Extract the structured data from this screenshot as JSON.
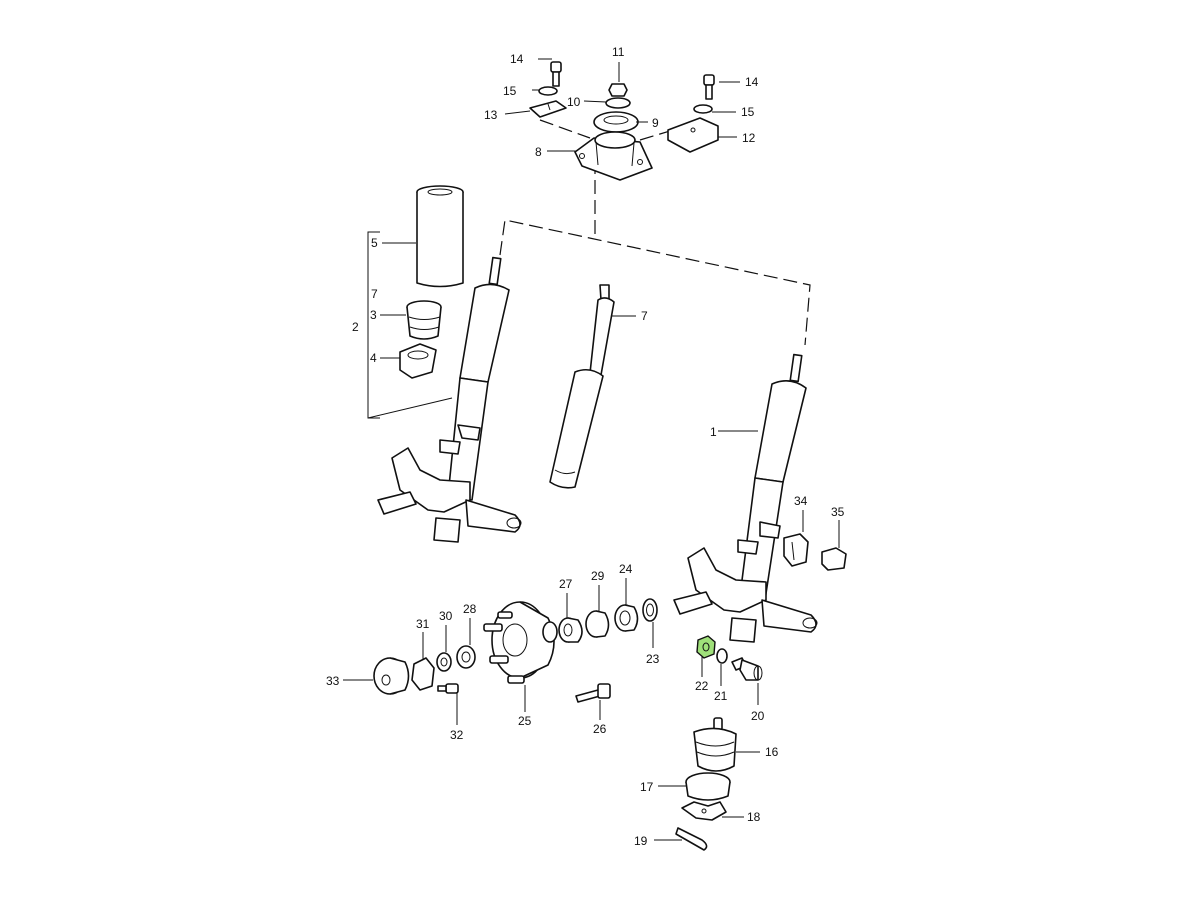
{
  "callouts": {
    "p1": "1",
    "p2": "2",
    "p3": "3",
    "p4": "4",
    "p5": "5",
    "p7a": "7",
    "p7b": "7",
    "p8": "8",
    "p9": "9",
    "p10": "10",
    "p11": "11",
    "p12": "12",
    "p13": "13",
    "p14a": "14",
    "p14b": "14",
    "p15a": "15",
    "p15b": "15",
    "p16": "16",
    "p17": "17",
    "p18": "18",
    "p19": "19",
    "p20": "20",
    "p21": "21",
    "p22": "22",
    "p23": "23",
    "p24": "24",
    "p25": "25",
    "p26": "26",
    "p27": "27",
    "p28": "28",
    "p29": "29",
    "p30": "30",
    "p31": "31",
    "p32": "32",
    "p33": "33",
    "p34": "34",
    "p35": "35"
  },
  "highlight": {
    "part": "22",
    "color": "#9fe07a"
  }
}
